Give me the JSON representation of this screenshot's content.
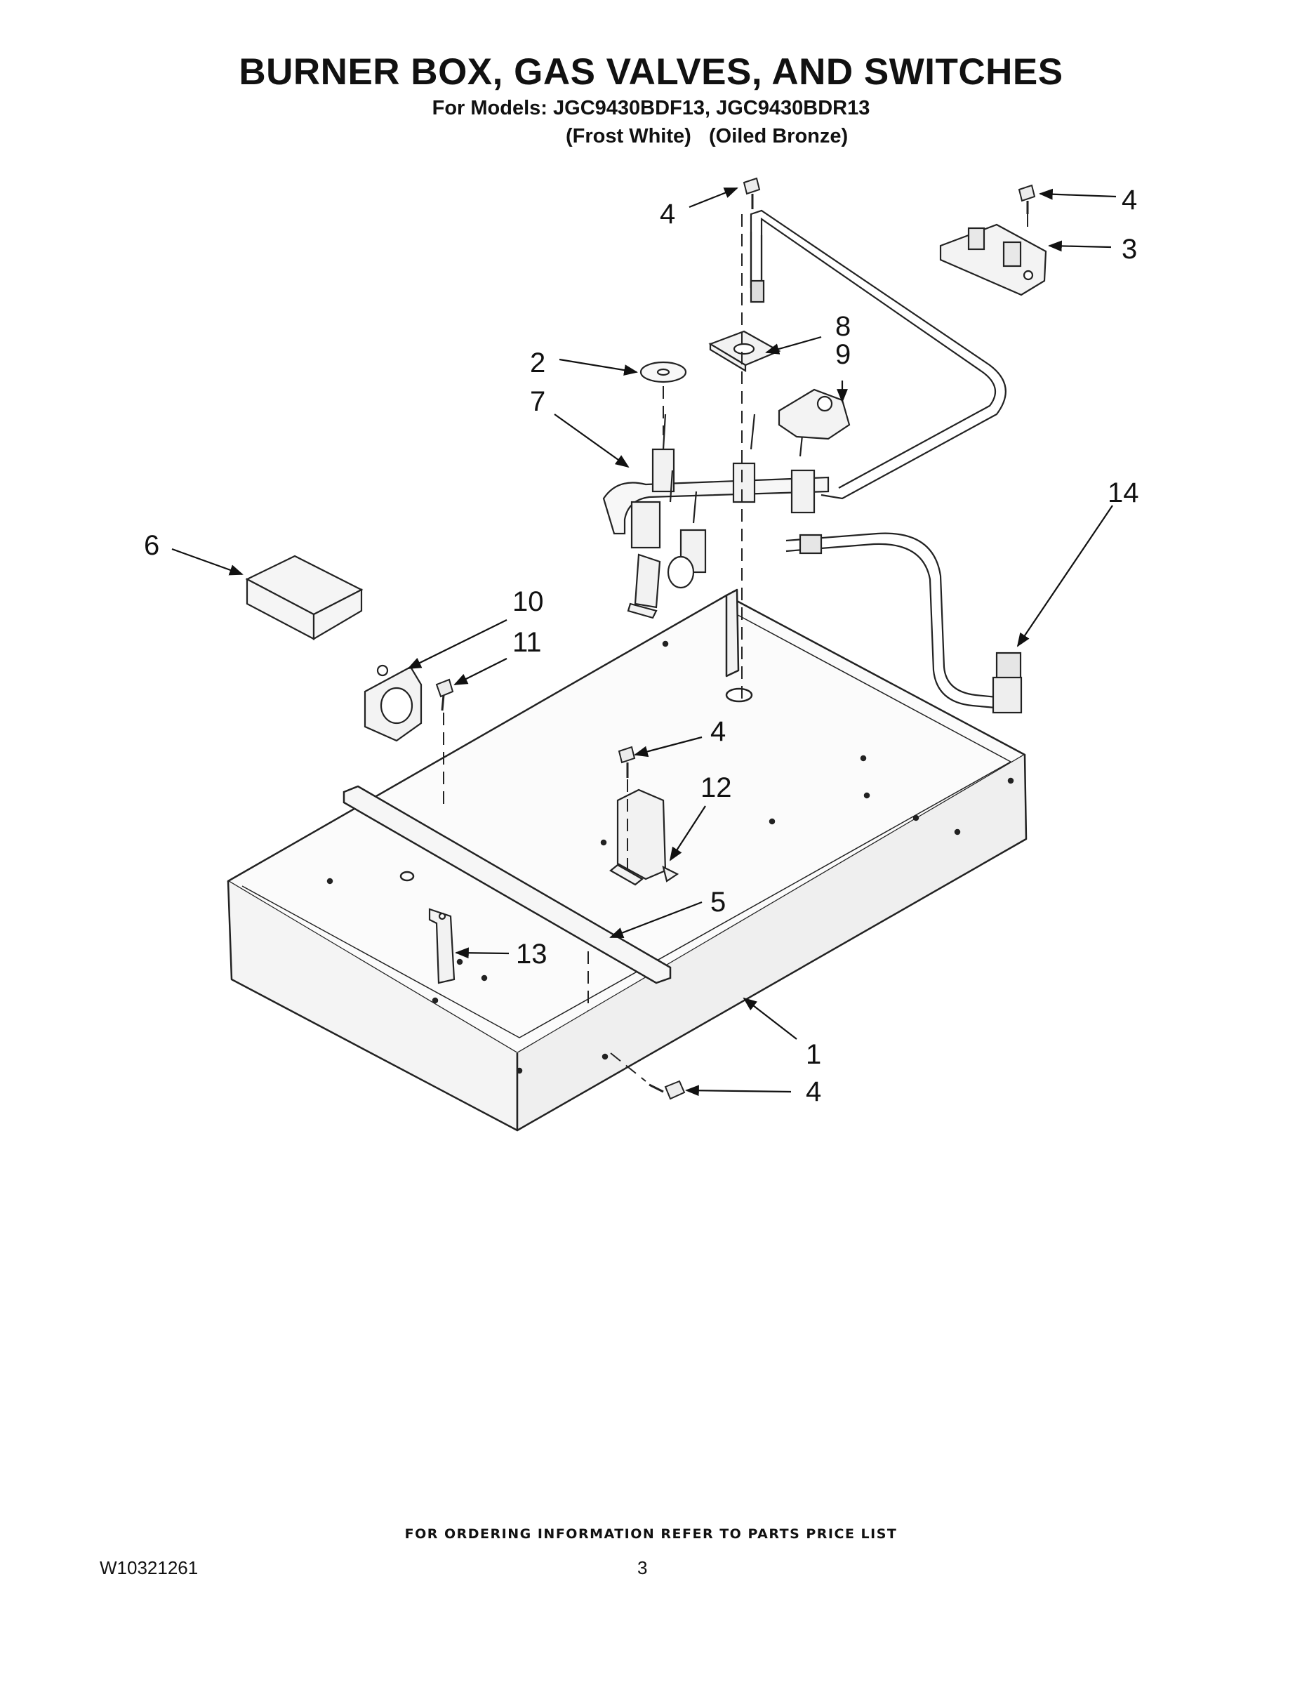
{
  "title": "BURNER BOX, GAS VALVES, AND SWITCHES",
  "models_line": "For Models: JGC9430BDF13, JGC9430BDR13",
  "finishes": [
    "(Frost White)",
    "(Oiled Bronze)"
  ],
  "callouts": [
    "4",
    "4",
    "3",
    "8",
    "9",
    "2",
    "7",
    "14",
    "6",
    "10",
    "11",
    "4",
    "12",
    "5",
    "13",
    "1",
    "4"
  ],
  "footer_note": "FOR ORDERING INFORMATION REFER TO PARTS PRICE LIST",
  "document_number": "W10321261",
  "page_number": "3"
}
